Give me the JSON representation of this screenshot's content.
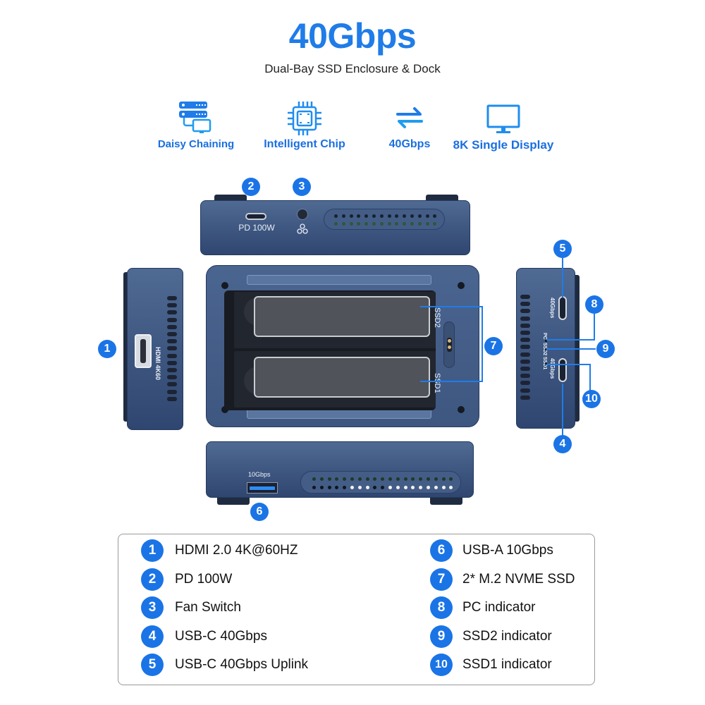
{
  "header": {
    "title": "40Gbps",
    "subtitle": "Dual-Bay SSD Enclosure & Dock"
  },
  "features": [
    {
      "label": "Daisy Chaining",
      "icon": "daisy-chain-icon"
    },
    {
      "label": "Intelligent Chip",
      "icon": "chip-icon"
    },
    {
      "label": "40Gbps",
      "icon": "transfer-arrows-icon"
    },
    {
      "label": "8K Single Display",
      "icon": "monitor-icon"
    }
  ],
  "device": {
    "top_view": {
      "port_label": "PD 100W"
    },
    "left_view": {
      "port_label": "HDMI 4K60"
    },
    "right_view": {
      "uplink_label": "40Gbps",
      "indicator_pc": "PC",
      "indicator_ssd2": "SSD2",
      "indicator_ssd1": "SSD1",
      "downlink_label": "40Gbps"
    },
    "center_view": {
      "ssd2_label": "SSD2",
      "ssd1_label": "SSD1"
    },
    "bottom_view": {
      "port_label": "10Gbps"
    }
  },
  "callouts": {
    "c1": "1",
    "c2": "2",
    "c3": "3",
    "c4": "4",
    "c5": "5",
    "c6": "6",
    "c7": "7",
    "c8": "8",
    "c9": "9",
    "c10": "10"
  },
  "legend": {
    "left": [
      {
        "num": "1",
        "text": "HDMI 2.0 4K@60HZ"
      },
      {
        "num": "2",
        "text": "PD 100W"
      },
      {
        "num": "3",
        "text": "Fan Switch"
      },
      {
        "num": "4",
        "text": "USB-C 40Gbps"
      },
      {
        "num": "5",
        "text": "USB-C 40Gbps Uplink"
      }
    ],
    "right": [
      {
        "num": "6",
        "text": "USB-A 10Gbps"
      },
      {
        "num": "7",
        "text": "2* M.2 NVME SSD"
      },
      {
        "num": "8",
        "text": "PC indicator"
      },
      {
        "num": "9",
        "text": "SSD2 indicator"
      },
      {
        "num": "10",
        "text": "SSD1 indicator"
      }
    ]
  },
  "colors": {
    "accent": "#1f7ce8",
    "badge": "#1a74e6",
    "device_body": "#3d5680"
  }
}
